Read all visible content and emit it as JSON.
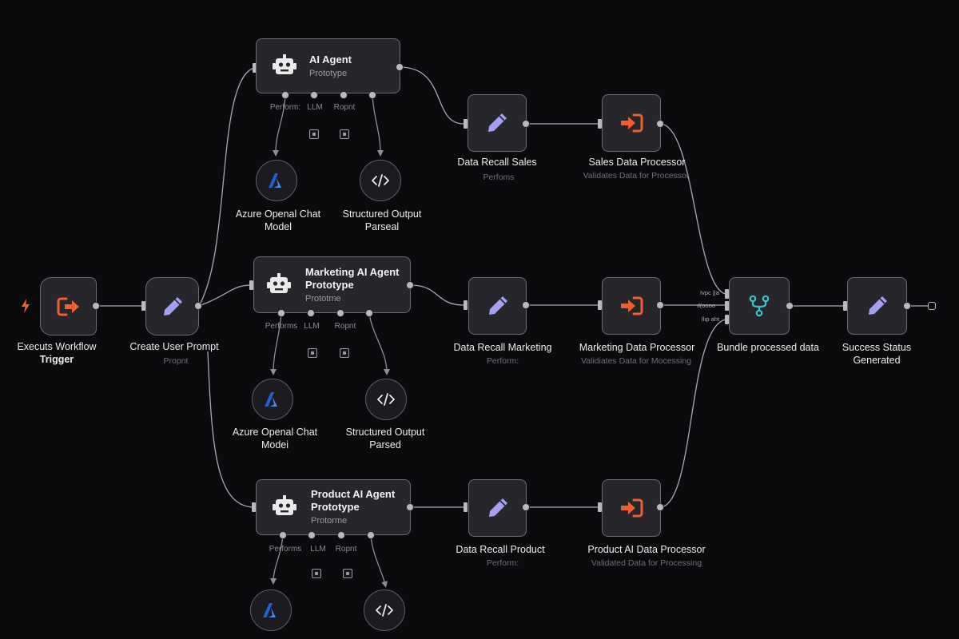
{
  "trigger": {
    "label": "Executs Workflow",
    "label2": "Trigger"
  },
  "prompt": {
    "label": "Create User Prompt",
    "sub": "Propnt"
  },
  "agents": [
    {
      "title": "AI Agent",
      "sub": "Prototype",
      "p1": "Perform:",
      "p2": "LLM",
      "p3": "Ropnt",
      "model_label": "Azure Openal Chat",
      "model_label2": "Model",
      "parser_label": "Structured Output",
      "parser_label2": "Parseal"
    },
    {
      "title": "Marketing AI Agent",
      "title2": "Prototype",
      "sub": "Prototme",
      "p1": "Performs",
      "p2": "LLM",
      "p3": "Ropnt",
      "model_label": "Azure Openal Chat",
      "model_label2": "Modei",
      "parser_label": "Structured Output",
      "parser_label2": "Parsed"
    },
    {
      "title": "Product AI Agent",
      "title2": "Prototype",
      "sub": "Protorme",
      "p1": "Performs",
      "p2": "LLM",
      "p3": "Ropnt"
    }
  ],
  "recalls": [
    {
      "label": "Data Recall Sales",
      "sub": "Perfoms"
    },
    {
      "label": "Data Recall Marketing",
      "sub": "Perform:"
    },
    {
      "label": "Data Recall Product",
      "sub": "Perform:"
    }
  ],
  "processors": [
    {
      "label": "Sales Data Processor",
      "sub": "Validates Data for Processor"
    },
    {
      "label": "Marketing Data Processor",
      "sub": "Validiates Data for Mocessing"
    },
    {
      "label": "Product AI Data Processor",
      "sub": "Validated Data for Processing"
    }
  ],
  "bundle": {
    "label": "Bundle processed data",
    "in1": "Ivpc ||a",
    "in2": "ıl(oooo",
    "in3": "llıp aht"
  },
  "success": {
    "label": "Success Status",
    "label2": "Generated"
  },
  "colors": {
    "orange": "#ef5e2f",
    "lavender": "#a6a0f2",
    "cyan": "#3cc3cc",
    "azure": "#1d62d6"
  },
  "icons": {
    "trigger": "lightning-icon",
    "trigger_node": "sign-out-icon",
    "prompt": "pencil-icon",
    "agent": "robot-icon",
    "model": "azure-logo-icon",
    "parser": "code-icon",
    "processor": "sign-in-icon",
    "bundle": "merge-icon"
  }
}
